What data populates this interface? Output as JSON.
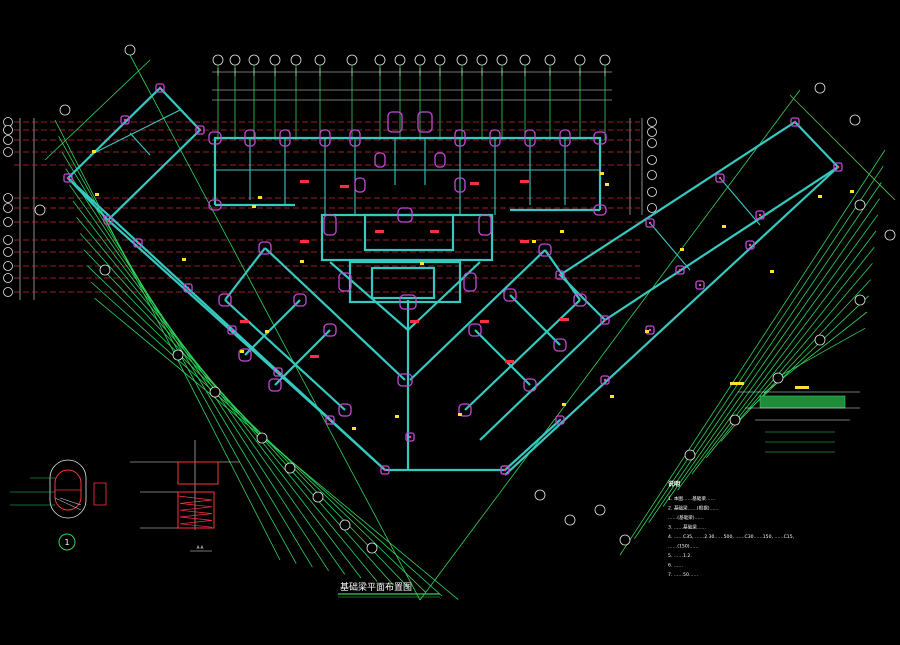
{
  "drawing": {
    "title": "基础梁平面布置图",
    "detail_label": "1",
    "section_label": "A-A",
    "notes_heading": "说明",
    "notes": [
      "1. 本图……基础梁……",
      "2. 基础梁……(根据)……",
      "   ……(基础梁)……",
      "3. ……基础梁……",
      "4. ……C35, ……2.30……500, ……C30……150, ……C15,",
      "   ……(150)……",
      "5. ……1.2.",
      "6. ……",
      "7. ……50……"
    ],
    "colors": {
      "background": "#000000",
      "grid": "#2fd35a",
      "axis_dashed": "#c8283a",
      "beam": "#36c9c0",
      "pile_cap": "#c24ad6",
      "dimension": "#e6e6e6",
      "beam_tag": "#ff2f3f",
      "marker": "#ffe12e"
    }
  }
}
